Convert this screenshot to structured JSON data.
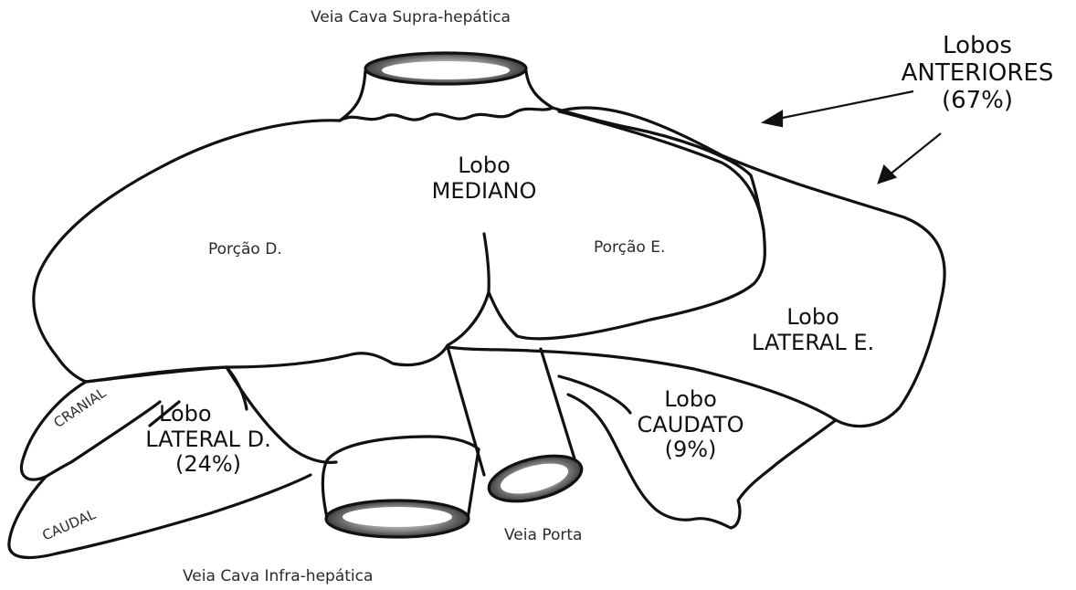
{
  "labels": {
    "veia_cava_supra": "Veia Cava Supra-hepática",
    "lobos_anteriores": {
      "line1": "Lobos",
      "line2": "ANTERIORES",
      "line3": "(67%)"
    },
    "lobo_mediano": {
      "line1": "Lobo",
      "line2": "MEDIANO"
    },
    "porcao_d": "Porção D.",
    "porcao_e": "Porção E.",
    "lobo_lateral_e": {
      "line1": "Lobo",
      "line2": "LATERAL E."
    },
    "lobo_caudato": {
      "line1": "Lobo",
      "line2": "CAUDATO",
      "line3": "(9%)"
    },
    "lobo_lateral_d": {
      "line1": "Lobo",
      "line2": "LATERAL D.",
      "line3": "(24%)"
    },
    "cranial": "CRANIAL",
    "caudal": "CAUDAL",
    "veia_porta": "Veia Porta",
    "veia_cava_infra": "Veia Cava Infra-hepática"
  },
  "colors": {
    "ink": "#111111",
    "background": "#ffffff"
  }
}
